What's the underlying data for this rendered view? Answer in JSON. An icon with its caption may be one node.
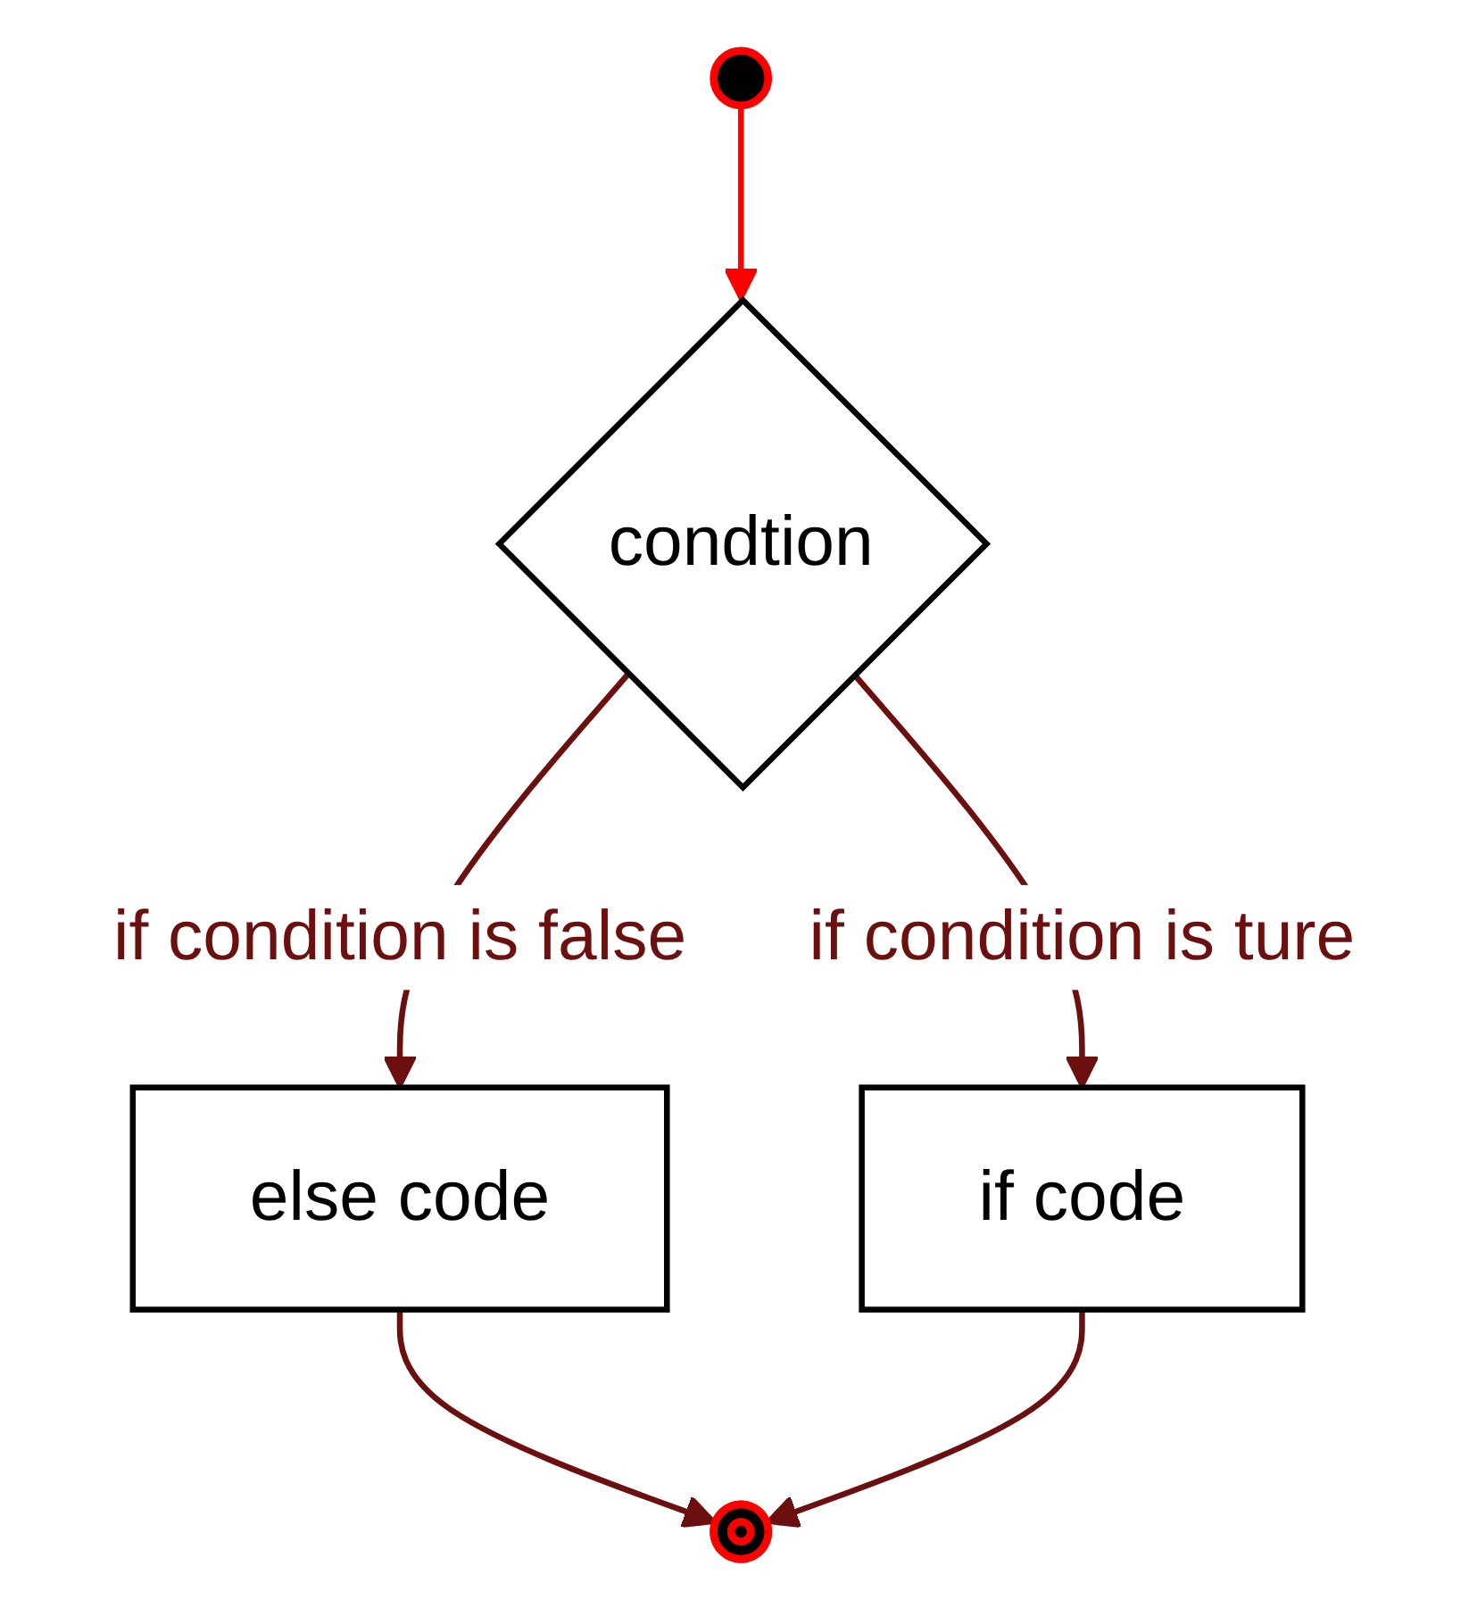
{
  "diagram": {
    "nodes": [
      {
        "text": [],
        "shape": "circle"
      },
      {
        "text": [
          "condtion"
        ]
      },
      {
        "text": [
          "else code"
        ]
      },
      {
        "text": [
          "if code"
        ]
      },
      {
        "text": [],
        "shape": "circle"
      }
    ],
    "edges": [
      {
        "from": 0,
        "to": 1,
        "arrow": "to",
        "color": "#ff0000"
      },
      {
        "from": 1,
        "to": 2,
        "arrow": "to",
        "label": "if condition is false"
      },
      {
        "from": 1,
        "to": 3,
        "arrow": "to",
        "label": "if condition is ture"
      },
      {
        "from": 2,
        "to": 4,
        "arrow": "to"
      },
      {
        "from": 3,
        "to": 4,
        "arrow": "to"
      }
    ]
  }
}
